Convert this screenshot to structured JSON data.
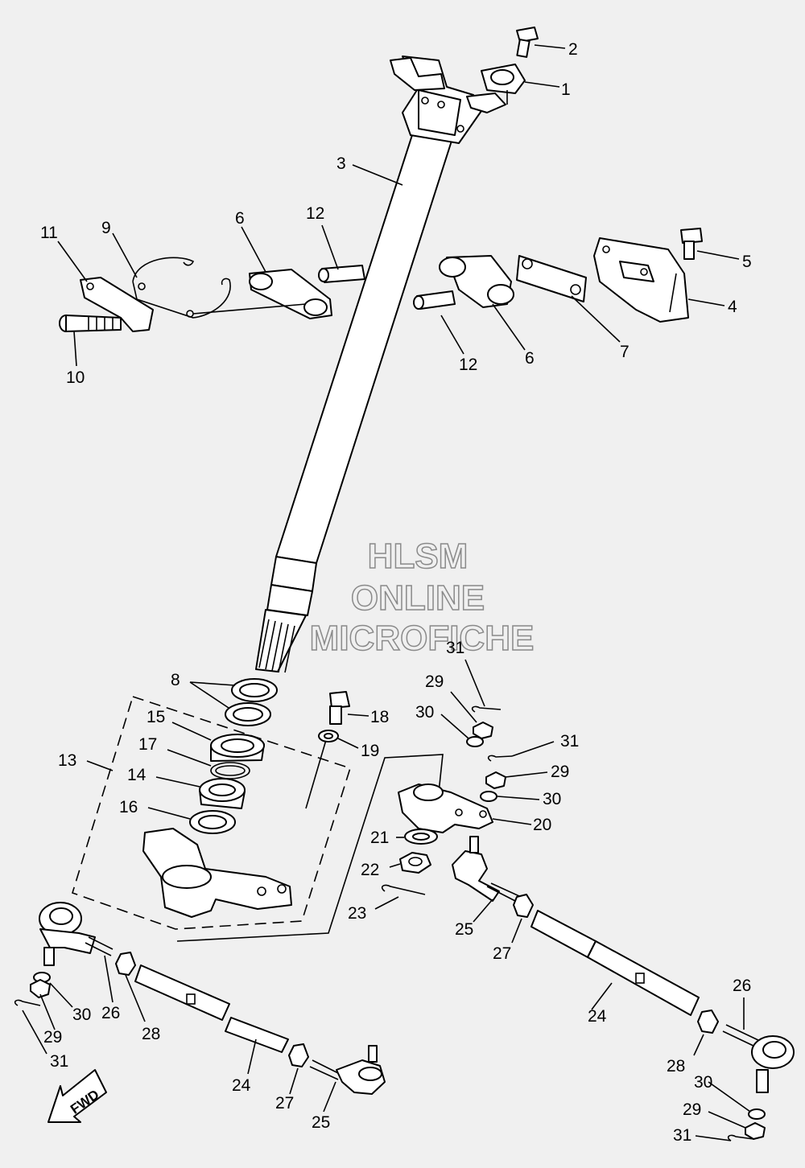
{
  "watermark": {
    "line1": "HLSM",
    "line2": "ONLINE",
    "line3": "MICROFICHE"
  },
  "fwd_label": "FWD",
  "callouts": {
    "c1": "1",
    "c2": "2",
    "c3": "3",
    "c4": "4",
    "c5": "5",
    "c6a": "6",
    "c6b": "6",
    "c7": "7",
    "c8": "8",
    "c9": "9",
    "c10": "10",
    "c11": "11",
    "c12a": "12",
    "c12b": "12",
    "c13": "13",
    "c14": "14",
    "c15": "15",
    "c16": "16",
    "c17": "17",
    "c18": "18",
    "c19": "19",
    "c20": "20",
    "c21": "21",
    "c22": "22",
    "c23": "23",
    "c24a": "24",
    "c24b": "24",
    "c25a": "25",
    "c25b": "25",
    "c26a": "26",
    "c26b": "26",
    "c27a": "27",
    "c27b": "27",
    "c28a": "28",
    "c28b": "28",
    "c29a": "29",
    "c29b": "29",
    "c29c": "29",
    "c29d": "29",
    "c30a": "30",
    "c30b": "30",
    "c30c": "30",
    "c30d": "30",
    "c31a": "31",
    "c31b": "31",
    "c31c": "31",
    "c31d": "31"
  },
  "colors": {
    "background": "#f0f0f0",
    "line": "#000000",
    "watermark": "#8a8a8a"
  }
}
